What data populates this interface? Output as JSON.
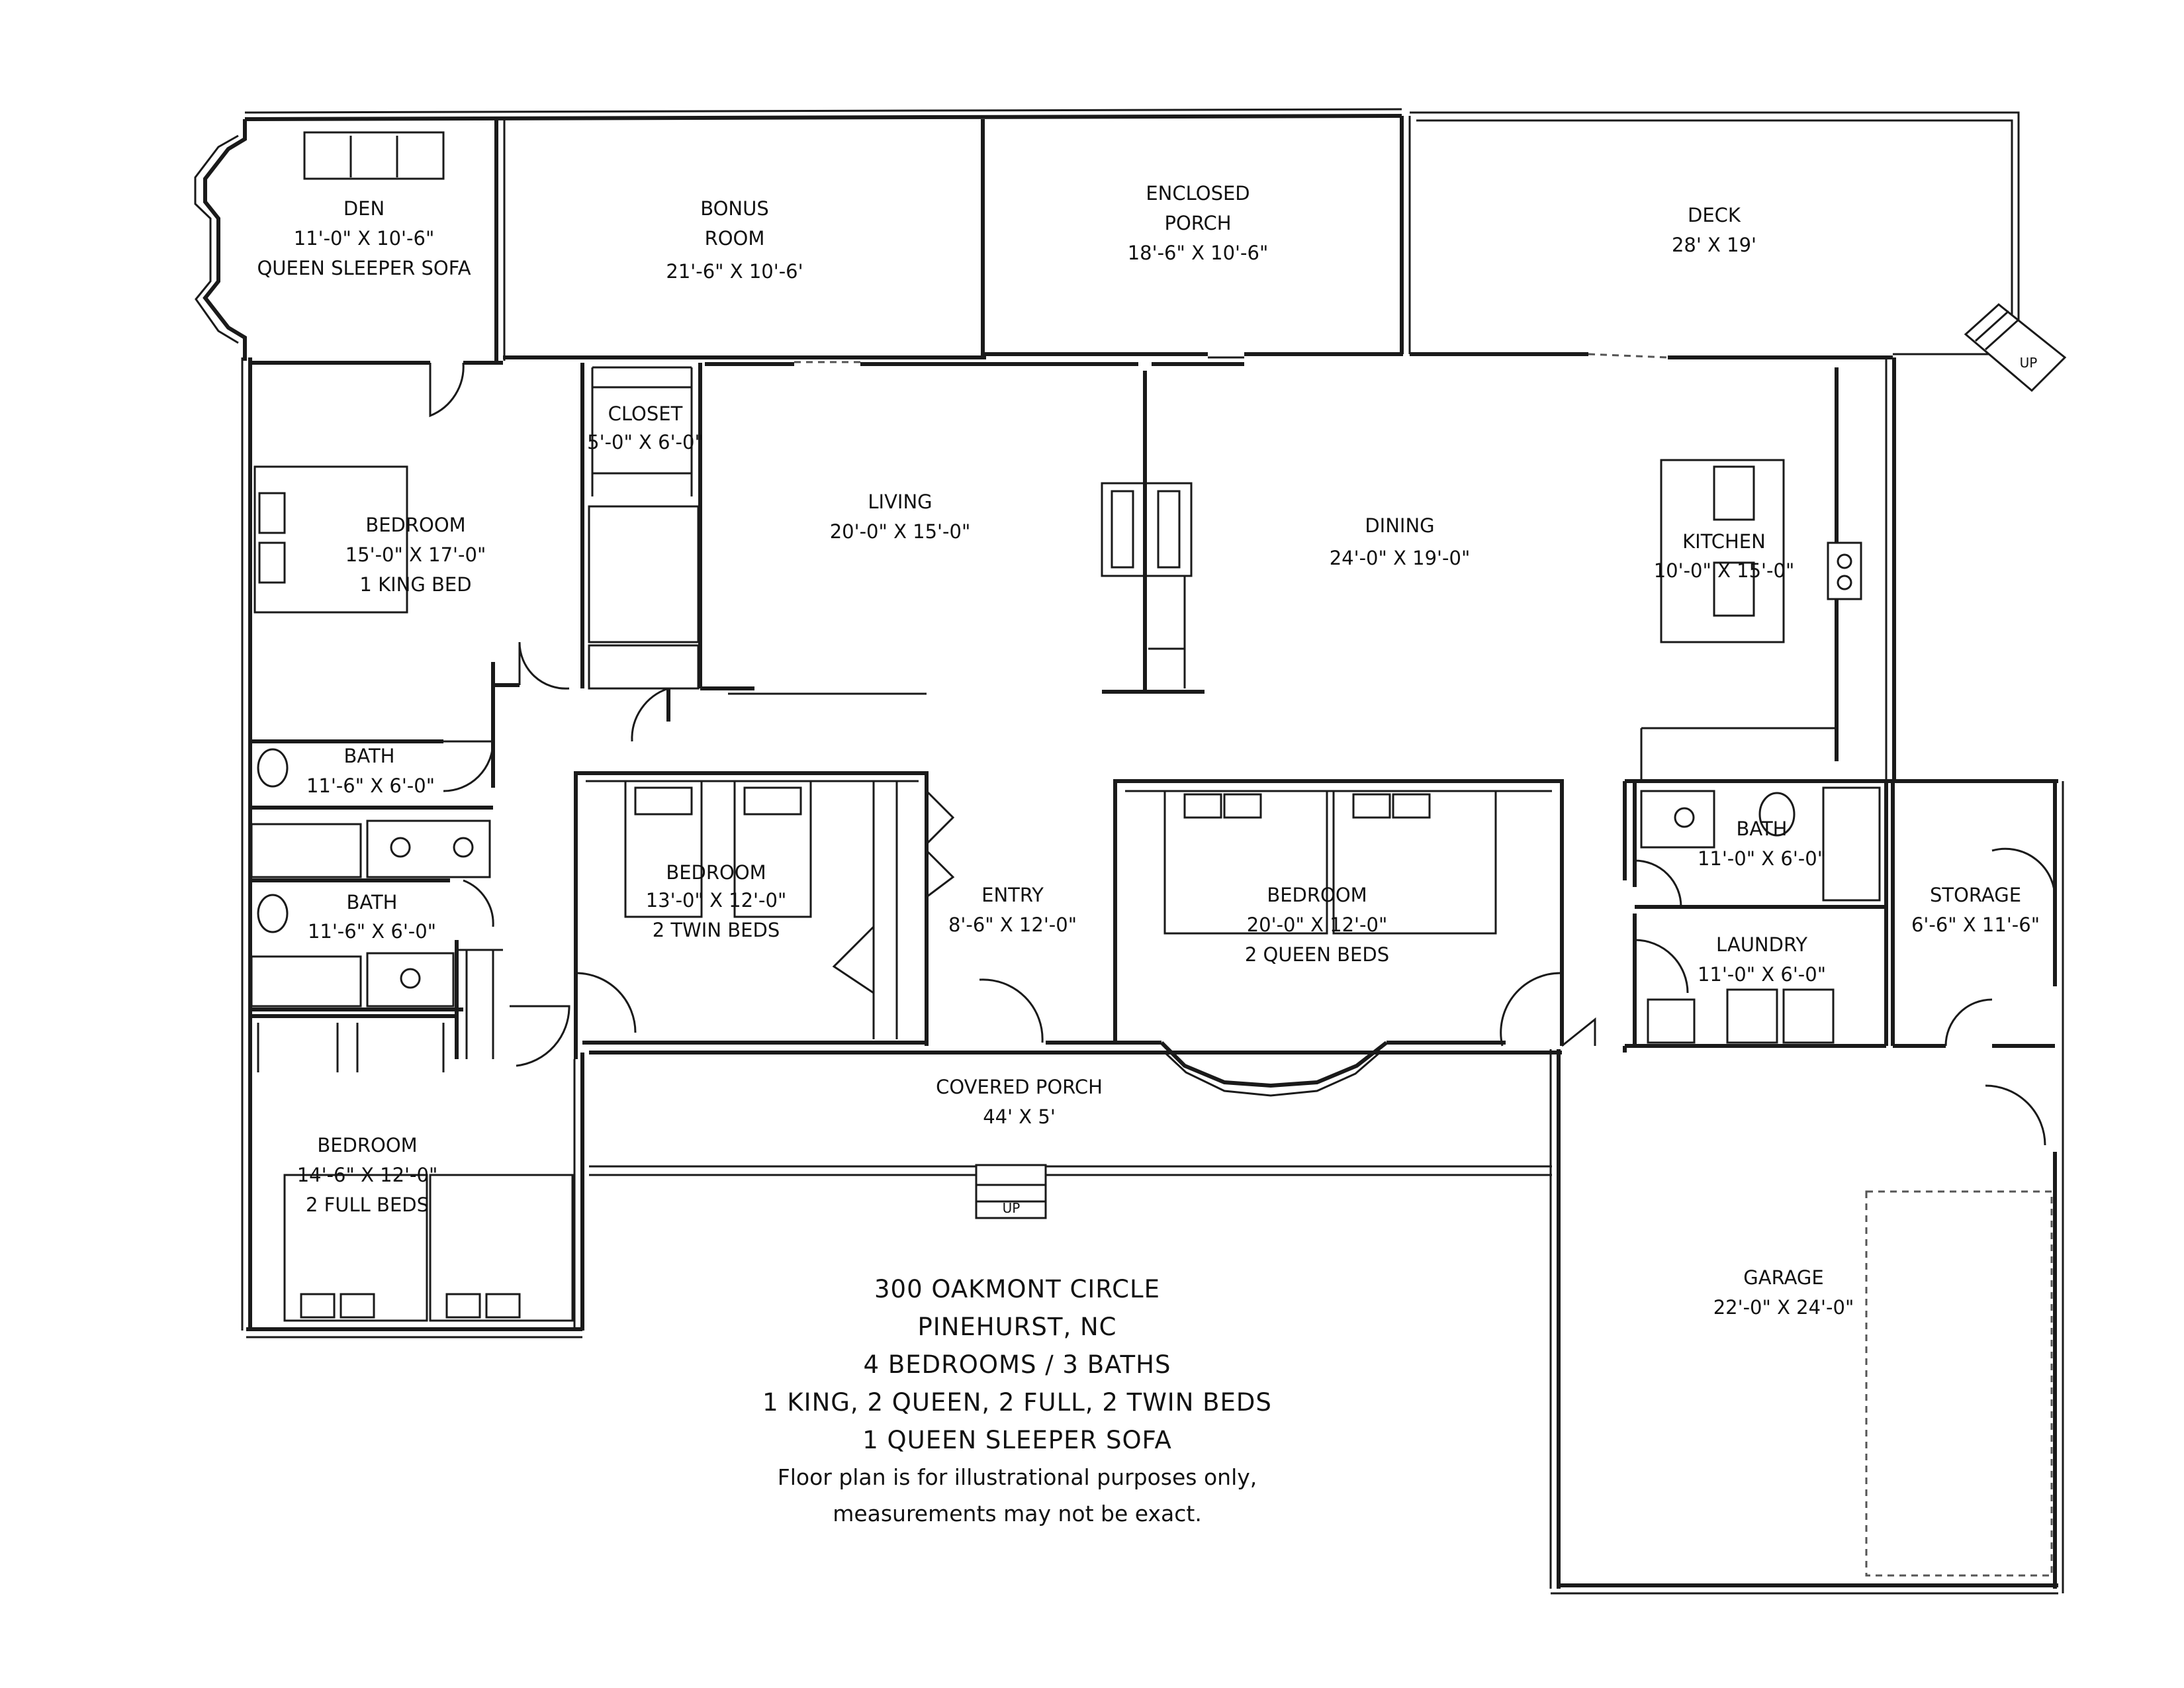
{
  "rooms": {
    "den": {
      "name": "DEN",
      "size": "11'-0\" X 10'-6\"",
      "note": "QUEEN SLEEPER SOFA"
    },
    "bonus": {
      "name1": "BONUS",
      "name2": "ROOM",
      "size": "21'-6\" X 10'-6'"
    },
    "enclosed_porch": {
      "name1": "ENCLOSED",
      "name2": "PORCH",
      "size": "18'-6\" X 10'-6\""
    },
    "deck": {
      "name": "DECK",
      "size": "28' X 19'"
    },
    "closet": {
      "name": "CLOSET",
      "size": "5'-0\" X 6'-0\""
    },
    "bedroom_king": {
      "name": "BEDROOM",
      "size": "15'-0\" X 17'-0\"",
      "note": "1 KING BED"
    },
    "living": {
      "name": "LIVING",
      "size": "20'-0\" X 15'-0\""
    },
    "dining": {
      "name": "DINING",
      "size": "24'-0\" X 19'-0\""
    },
    "kitchen": {
      "name": "KITCHEN",
      "size": "10'-0\" X 15'-0\""
    },
    "bath_1": {
      "name": "BATH",
      "size": "11'-6\" X 6'-0\""
    },
    "bath_2": {
      "name": "BATH",
      "size": "11'-6\" X 6'-0\""
    },
    "bedroom_twin": {
      "name": "BEDROOM",
      "size": "13'-0\" X 12'-0\"",
      "note": "2 TWIN BEDS"
    },
    "entry": {
      "name": "ENTRY",
      "size": "8'-6\" X 12'-0\""
    },
    "bedroom_queen": {
      "name": "BEDROOM",
      "size": "20'-0\" X 12'-0\"",
      "note": "2 QUEEN BEDS"
    },
    "bath_3": {
      "name": "BATH",
      "size": "11'-0\" X 6'-0\""
    },
    "storage": {
      "name": "STORAGE",
      "size": "6'-6\" X 11'-6\""
    },
    "laundry": {
      "name": "LAUNDRY",
      "size": "11'-0\" X 6'-0\""
    },
    "covered_porch": {
      "name": "COVERED PORCH",
      "size": "44' X 5'"
    },
    "bedroom_full": {
      "name": "BEDROOM",
      "size": "14'-6\" X 12'-0\"",
      "note": "2 FULL BEDS"
    },
    "garage": {
      "name": "GARAGE",
      "size": "22'-0\" X 24'-0\""
    }
  },
  "stairs": {
    "deck_label": "UP",
    "porch_label": "UP"
  },
  "info": {
    "address": "300 OAKMONT CIRCLE",
    "city": "PINEHURST, NC",
    "summary": "4 BEDROOMS / 3 BATHS",
    "beds": "1 KING, 2 QUEEN, 2 FULL, 2 TWIN BEDS",
    "sofa": "1 QUEEN SLEEPER SOFA",
    "disclaimer1": "Floor plan is for illustrational purposes only,",
    "disclaimer2": "measurements may not be exact."
  }
}
